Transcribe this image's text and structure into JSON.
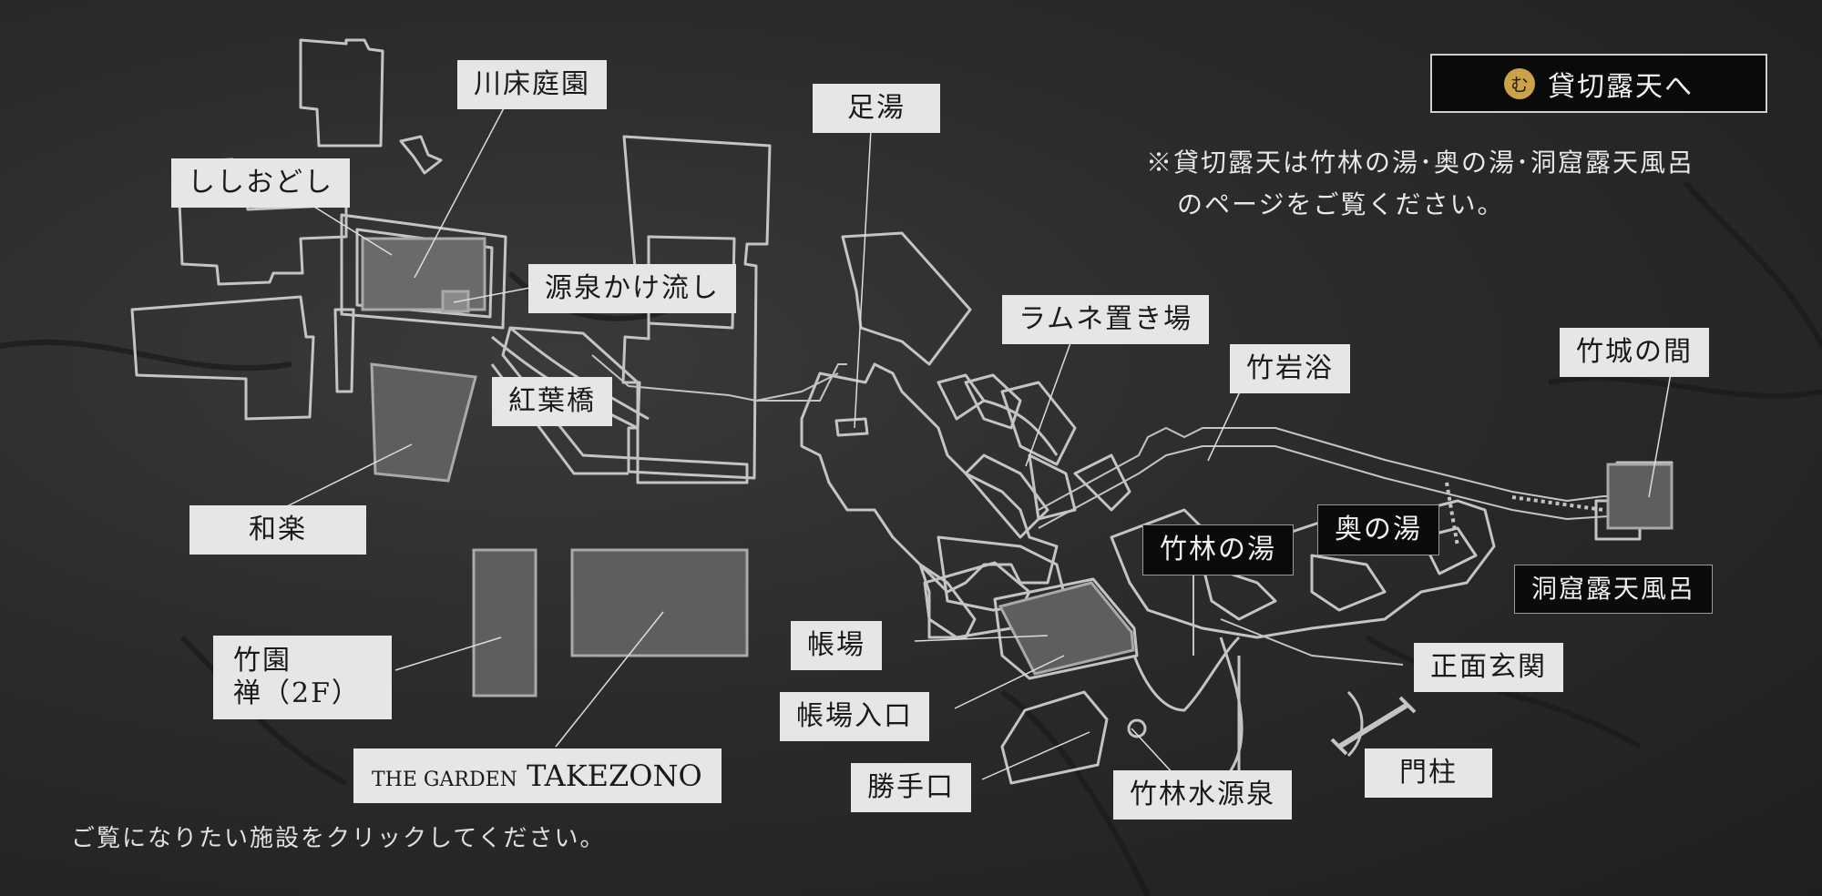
{
  "private_bath_button": {
    "label": "貸切露天へ",
    "seal_glyph": "む"
  },
  "note": {
    "line1": "※貸切露天は竹林の湯･奥の湯･洞窟露天風呂",
    "line2": "のページをご覧ください。"
  },
  "instruction": "ご覧になりたい施設をクリックしてください。",
  "labels": {
    "kawadoko": "川床庭園",
    "shishiodoshi": "ししおどし",
    "gensen": "源泉かけ流し",
    "momiji": "紅葉橋",
    "waraku": "和楽",
    "takezono_zen": "竹園\n禅（2F）",
    "garden_small": "THE GARDEN",
    "garden_large": "TAKEZONO",
    "ashiyu": "足湯",
    "ramune": "ラムネ置き場",
    "chikuganyoku": "竹岩浴",
    "chikujo": "竹城の間",
    "chikurin_yu": "竹林の湯",
    "oku_yu": "奥の湯",
    "doukutsu": "洞窟露天風呂",
    "choba": "帳場",
    "choba_iriguchi": "帳場入口",
    "katteguchi": "勝手口",
    "chikurin_sui": "竹林水源泉",
    "shomen": "正面玄関",
    "monchu": "門柱"
  },
  "colors": {
    "background": "#2a2a2c",
    "label_bg": "#e6e6e6",
    "dark_label_bg": "#0b0b0b",
    "outline": "#c8c8c8",
    "seal": "#c9a24a"
  }
}
